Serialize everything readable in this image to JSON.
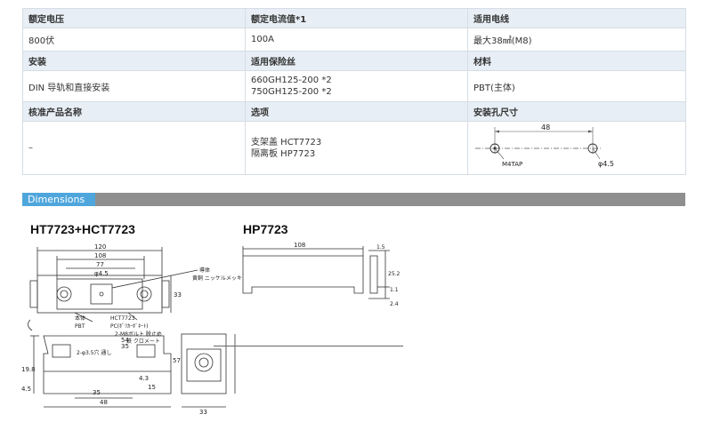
{
  "spec": {
    "row1_headers": [
      "额定电压",
      "额定电流值*1",
      "适用电线"
    ],
    "row1_values": [
      "800伏",
      "100A",
      "最大38㎟(M8)"
    ],
    "row2_headers": [
      "安装",
      "适用保险丝",
      "材料"
    ],
    "install": "DIN 导轨和直接安装",
    "fuse_lines": [
      "660GH125-200 *2",
      "750GH125-200 *2"
    ],
    "material": "PBT(主体)",
    "row3_headers": [
      "核准产品名称",
      "选项",
      "安装孔尺寸"
    ],
    "approved": "–",
    "option_lines": [
      "支架盖 HCT7723",
      "隔离板 HP7723"
    ],
    "hole_labels": {
      "width": "48",
      "tap": "M4TAP",
      "hole": "φ4.5"
    }
  },
  "dimensions": {
    "tab_label": "Dimensions",
    "left_title": "HT7723+HCT7723",
    "right_title": "HP7723",
    "left_top_labels": {
      "overall": "120",
      "pitch": "108",
      "inner": "77",
      "hole": "φ4.5",
      "height": "33"
    },
    "left_notes": [
      "導体",
      "黄銅 ニッケルメッキ",
      "本体",
      "PBT",
      "HCT7723",
      "PC(ﾎﾟﾘｶｰﾎﾞﾈｰﾄ)",
      "2-M8ボルト 脱止め",
      "鉄 クロメート",
      "2-φ3.5穴 通し"
    ],
    "left_side_labels": {
      "w54": "54",
      "w35a": "35",
      "w48": "48",
      "w35b": "35",
      "h57": "57",
      "h19_8": "19.8",
      "h4_5": "4.5",
      "h4_3": "4.3",
      "h15": "15"
    },
    "right_labels": {
      "w108": "108",
      "h1_5": "1.5",
      "h25_2": "25.2",
      "h1_1": "1.1",
      "h2_4": "2.4",
      "h33": "33",
      "h57": "57"
    }
  }
}
